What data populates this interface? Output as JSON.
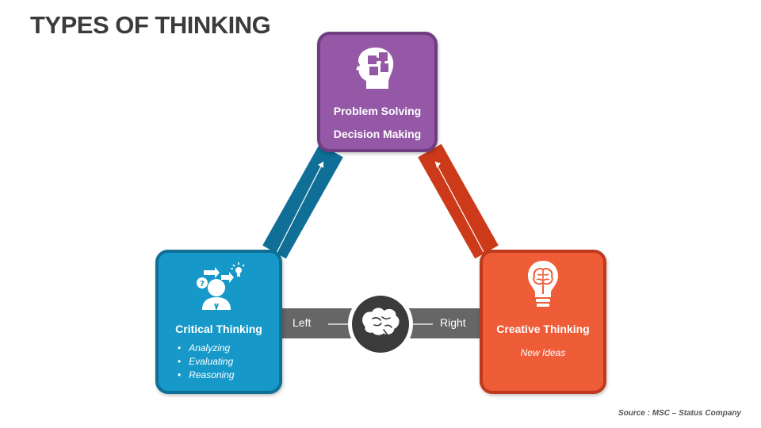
{
  "title": "TYPES OF THINKING",
  "top_box": {
    "line1": "Problem Solving",
    "line2": "Decision Making",
    "icon": "head-puzzle-icon",
    "color": "#9458a6"
  },
  "left_box": {
    "title": "Critical Thinking",
    "items": [
      "Analyzing",
      "Evaluating",
      "Reasoning"
    ],
    "icon": "person-thinking-icon",
    "color": "#1699c9"
  },
  "right_box": {
    "title": "Creative Thinking",
    "subtitle": "New Ideas",
    "icon": "brain-bulb-icon",
    "color": "#ef5c38"
  },
  "center": {
    "icon": "brain-icon",
    "left_label": "Left",
    "right_label": "Right"
  },
  "source": "Source : MSC – Status Company"
}
